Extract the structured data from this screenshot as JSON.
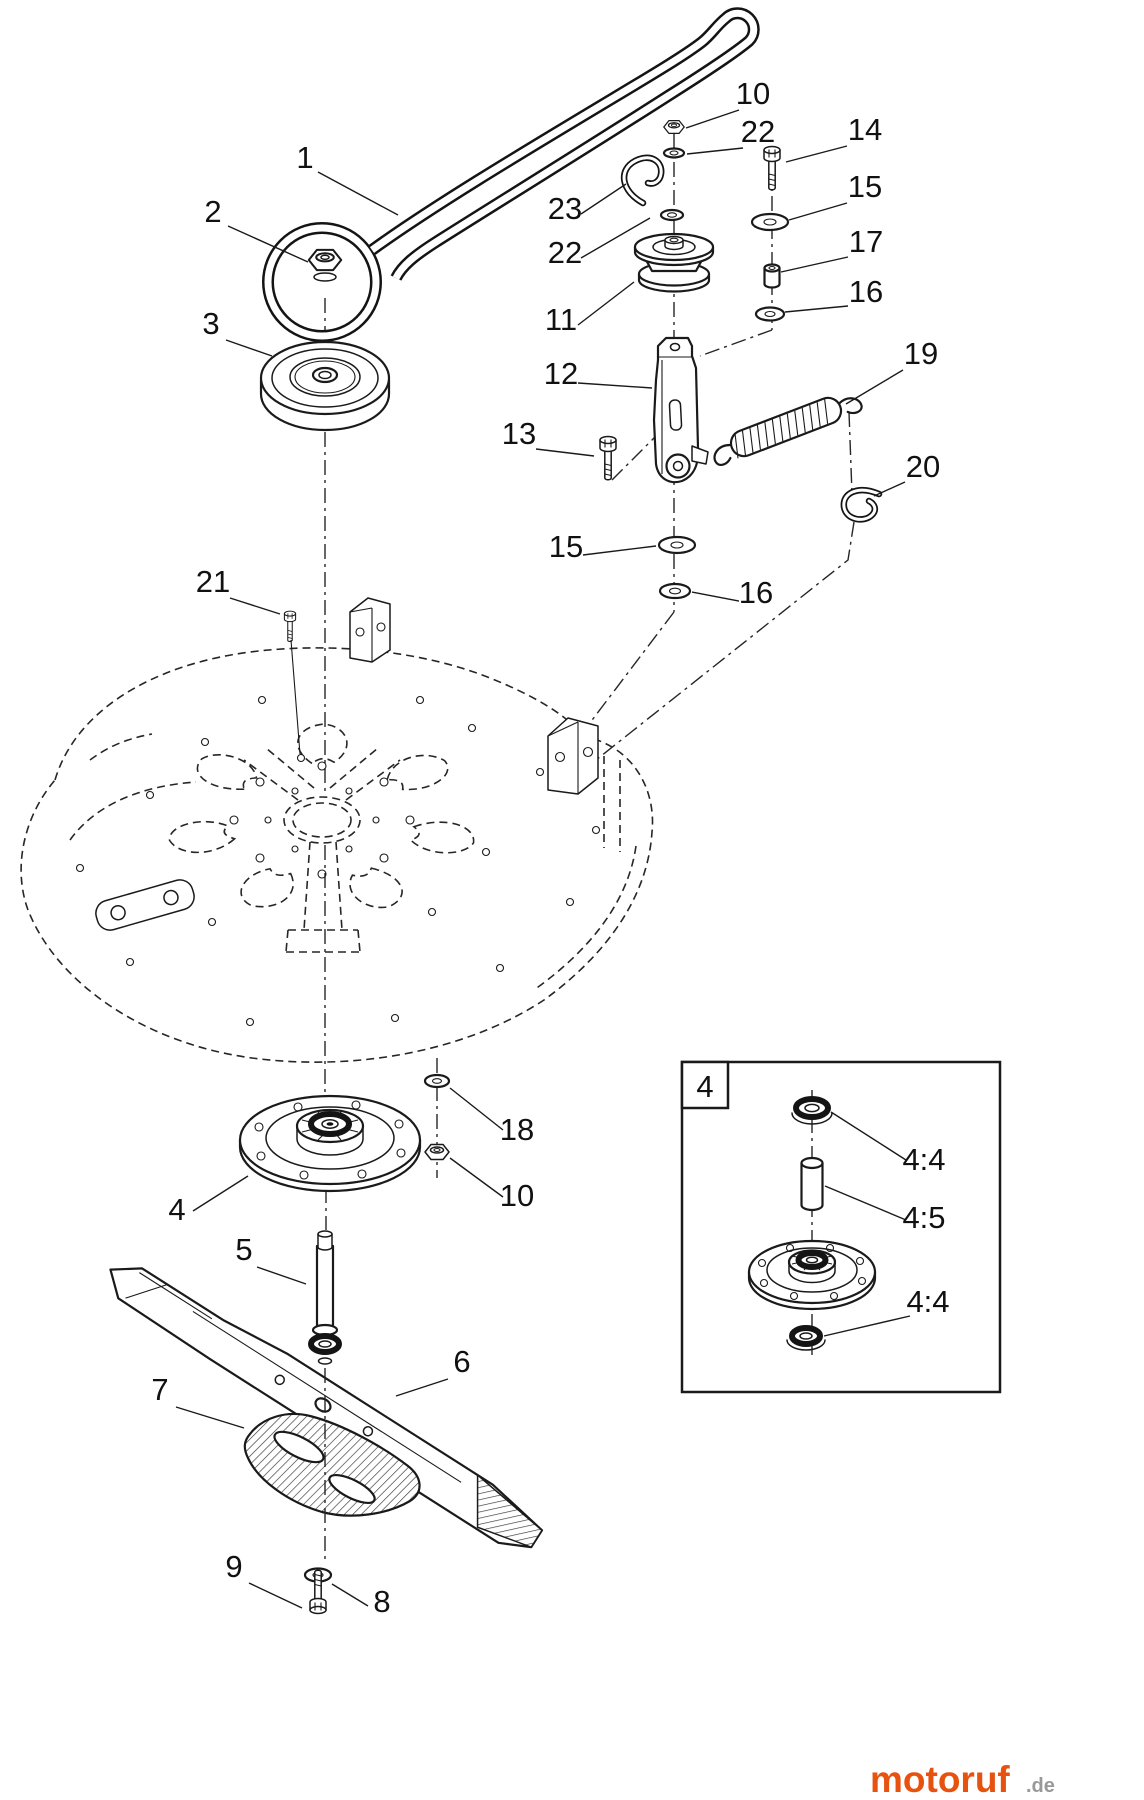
{
  "diagram": {
    "callouts": {
      "c1": "1",
      "c2": "2",
      "c3": "3",
      "c4": "4",
      "c5": "5",
      "c6": "6",
      "c7": "7",
      "c8": "8",
      "c9": "9",
      "c10_upper": "10",
      "c10_lower": "10",
      "c11": "11",
      "c12": "12",
      "c13": "13",
      "c14": "14",
      "c15_upper": "15",
      "c15_lower": "15",
      "c16_upper": "16",
      "c16_lower": "16",
      "c17": "17",
      "c18": "18",
      "c19": "19",
      "c20": "20",
      "c21": "21",
      "c22_upper": "22",
      "c22_lower": "22",
      "c23": "23"
    },
    "inset": {
      "title": "4",
      "bearing_top": "4:4",
      "spacer": "4:5",
      "bearing_bottom": "4:4"
    }
  },
  "watermark": {
    "brand": "motoruf",
    "tld": ".de",
    "brand_color": "#e8520f",
    "tld_color": "#999999"
  }
}
